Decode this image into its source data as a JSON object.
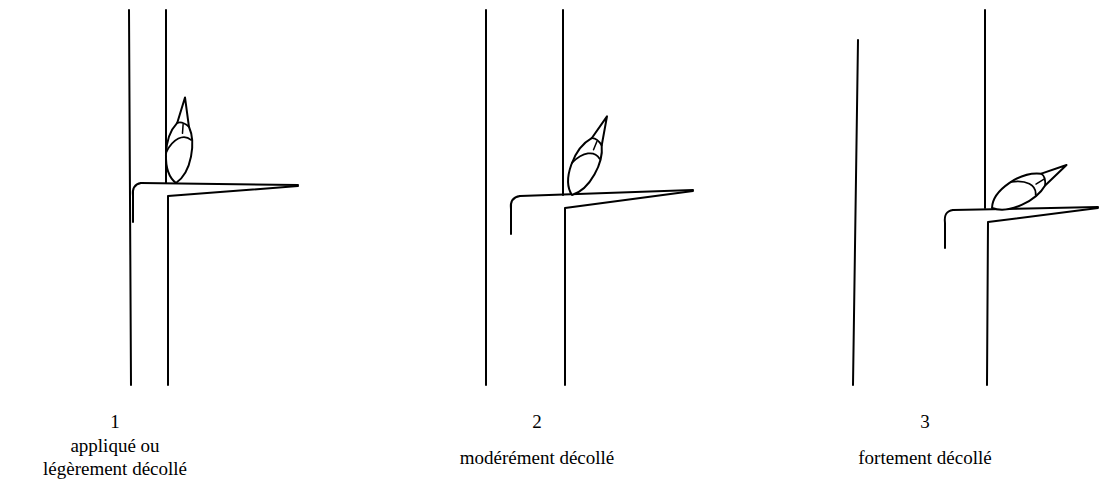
{
  "diagram": {
    "labels": [
      "1",
      "appliqué ou légèrement décollé",
      "2",
      "modérément décollé",
      "3",
      "fortement décollé"
    ]
  }
}
